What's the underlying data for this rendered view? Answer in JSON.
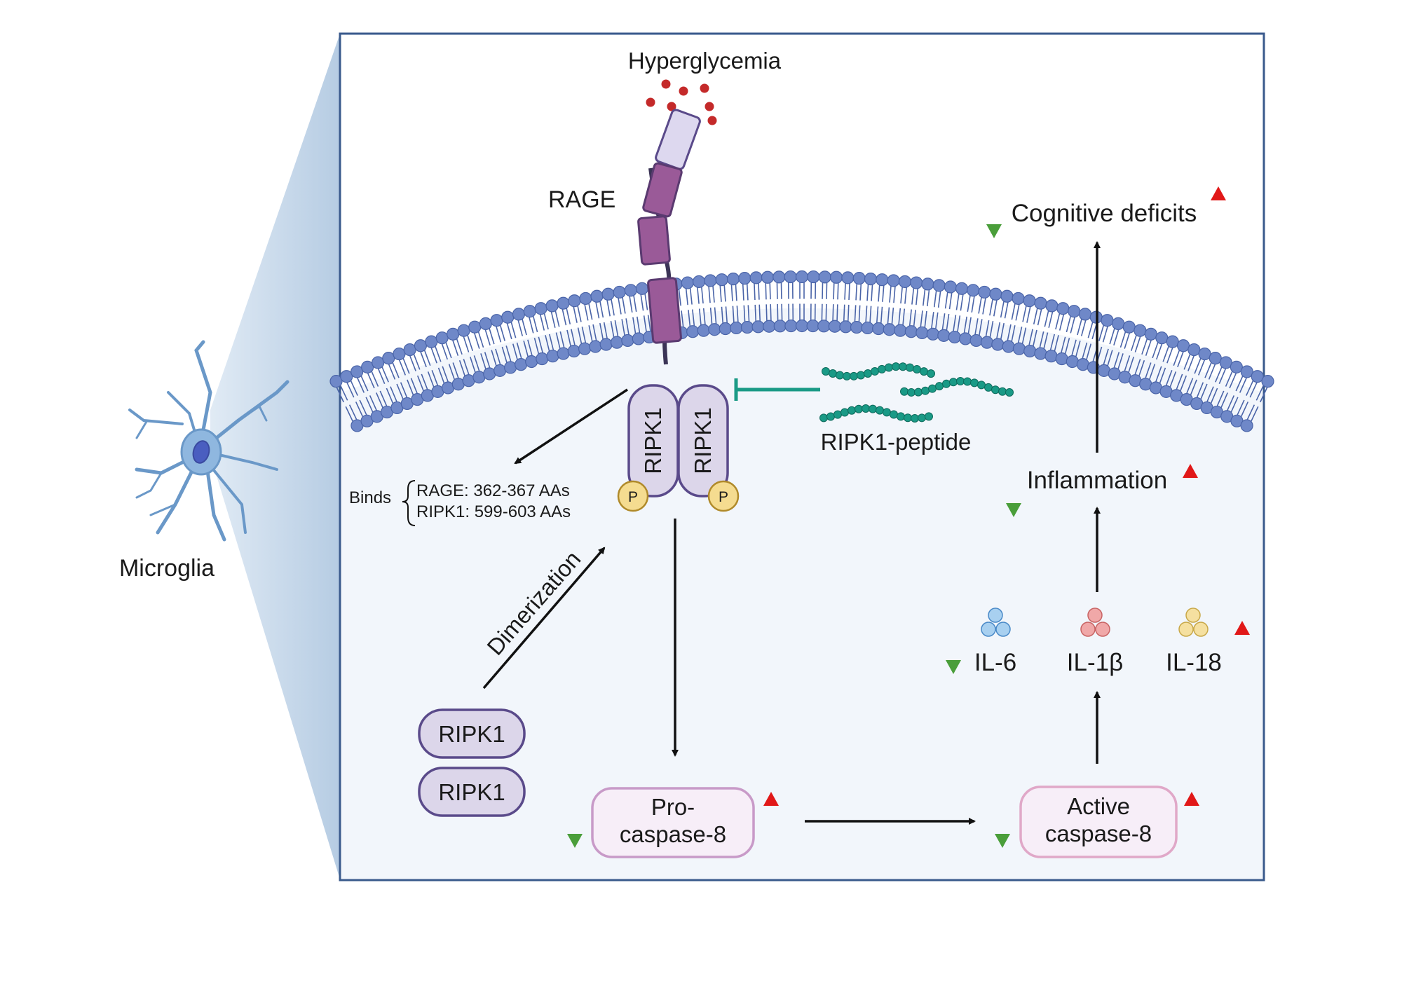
{
  "labels": {
    "microglia": "Microglia",
    "hyperglycemia": "Hyperglycemia",
    "rage": "RAGE",
    "ripk1_dimer_left": "RIPK1",
    "ripk1_dimer_right": "RIPK1",
    "phospho_left": "P",
    "phospho_right": "P",
    "ripk1_peptide": "RIPK1-peptide",
    "binds": "Binds",
    "binds_rage": "RAGE: 362-367 AAs",
    "binds_ripk1": "RIPK1: 599-603 AAs",
    "dimerization": "Dimerization",
    "ripk1_mono_top": "RIPK1",
    "ripk1_mono_bottom": "RIPK1",
    "procaspase_line1": "Pro-",
    "procaspase_line2": "caspase-8",
    "active_line1": "Active",
    "active_line2": "caspase-8",
    "il6": "IL-6",
    "il1b": "IL-1β",
    "il18": "IL-18",
    "inflammation": "Inflammation",
    "cognitive": "Cognitive deficits"
  },
  "colors": {
    "panel_border": "#3a5a8c",
    "panel_fill": "#f2f6fb",
    "membrane_head": "#6f88c8",
    "membrane_head_stroke": "#4a64a8",
    "rage_purple": "#9a5a98",
    "ripk1_fill": "#dcd6ea",
    "ripk1_stroke": "#5a4a8a",
    "phospho": "#f5dc90",
    "peptide": "#1a9a86",
    "inhibit": "#1a9a86",
    "down_arrow": "#4a9e3a",
    "up_arrow": "#e11818",
    "glucose": "#c42a2a",
    "il6": "#a8d0f0",
    "il1b": "#f0a8a8",
    "il18": "#f5e0a0",
    "caspase_stroke": "#c89ac8",
    "caspase_fill": "#f7eef8"
  },
  "icons": {
    "microglia": "microglia-cell-icon",
    "glucose": "glucose-dots-icon",
    "peptide": "peptide-chain-icon",
    "down": "green-down-arrow-icon",
    "up": "red-up-arrow-icon"
  }
}
